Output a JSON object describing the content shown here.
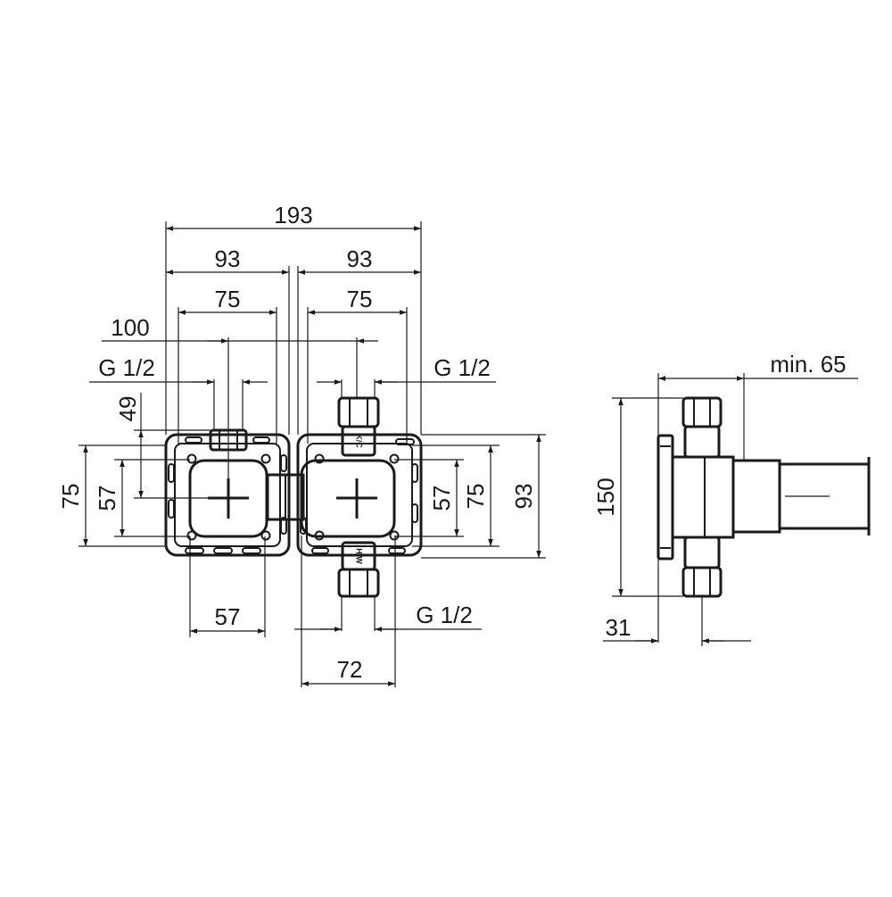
{
  "drawing": {
    "front_view": {
      "overall_width": "193",
      "half_width_left": "93",
      "half_width_right": "93",
      "inner_width_left": "75",
      "inner_width_right": "75",
      "center_distance": "100",
      "thread_top_left": "G 1/2",
      "thread_top_right": "G 1/2",
      "offset_49": "49",
      "height_75_left": "75",
      "height_57_left": "57",
      "height_57_right": "57",
      "height_75_right": "75",
      "height_93_right": "93",
      "bottom_width_57": "57",
      "thread_bottom": "G 1/2",
      "bottom_width_72": "72",
      "cold_label": "K/C",
      "hot_label": "H/W"
    },
    "side_view": {
      "min_depth": "min. 65",
      "height_150": "150",
      "depth_31": "31"
    }
  }
}
